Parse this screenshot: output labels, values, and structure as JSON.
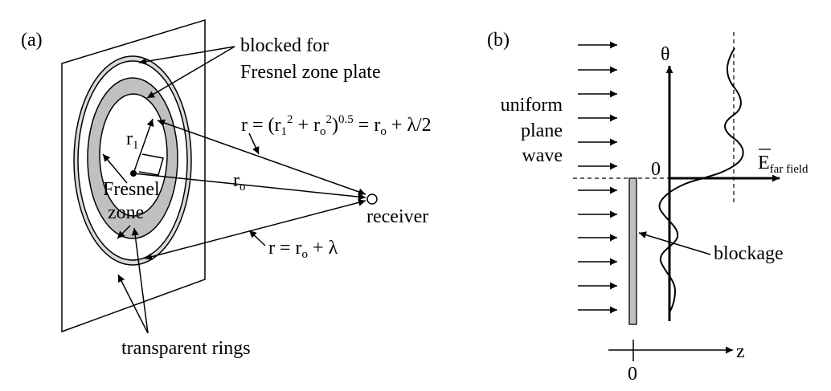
{
  "panel_a": {
    "label": "(a)",
    "blocked_line1": "blocked for",
    "blocked_line2": "Fresnel zone plate",
    "eq1": {
      "r": "r = (r",
      "s1": "1",
      "p2": "2",
      "plus": " + r",
      "so": "o",
      "p2b": "2",
      "close": ")",
      "exp": "0.5",
      "eq": " = r",
      "so2": "o",
      "tail": " + λ/2"
    },
    "r1": {
      "base": "r",
      "sub": "1"
    },
    "ro": {
      "base": "r",
      "sub": "o"
    },
    "fresnel_line1": "Fresnel",
    "fresnel_line2": "zone",
    "receiver": "receiver",
    "eq2": {
      "r": "r = r",
      "so": "o",
      "tail": " + λ"
    },
    "transparent": "transparent rings",
    "colors": {
      "blocked_ring": "#c0c0c0",
      "outer_ring": "#d9d9d9",
      "line": "#000000"
    }
  },
  "panel_b": {
    "label": "(b)",
    "wave_line1": "uniform",
    "wave_line2": "plane",
    "wave_line3": "wave",
    "theta": "θ",
    "zero_theta": "0",
    "efar": {
      "base": "E",
      "sub": "far field"
    },
    "blockage": "blockage",
    "z": "z",
    "zero_z": "0",
    "colors": {
      "blockage_fill": "#c0c0c0"
    }
  }
}
